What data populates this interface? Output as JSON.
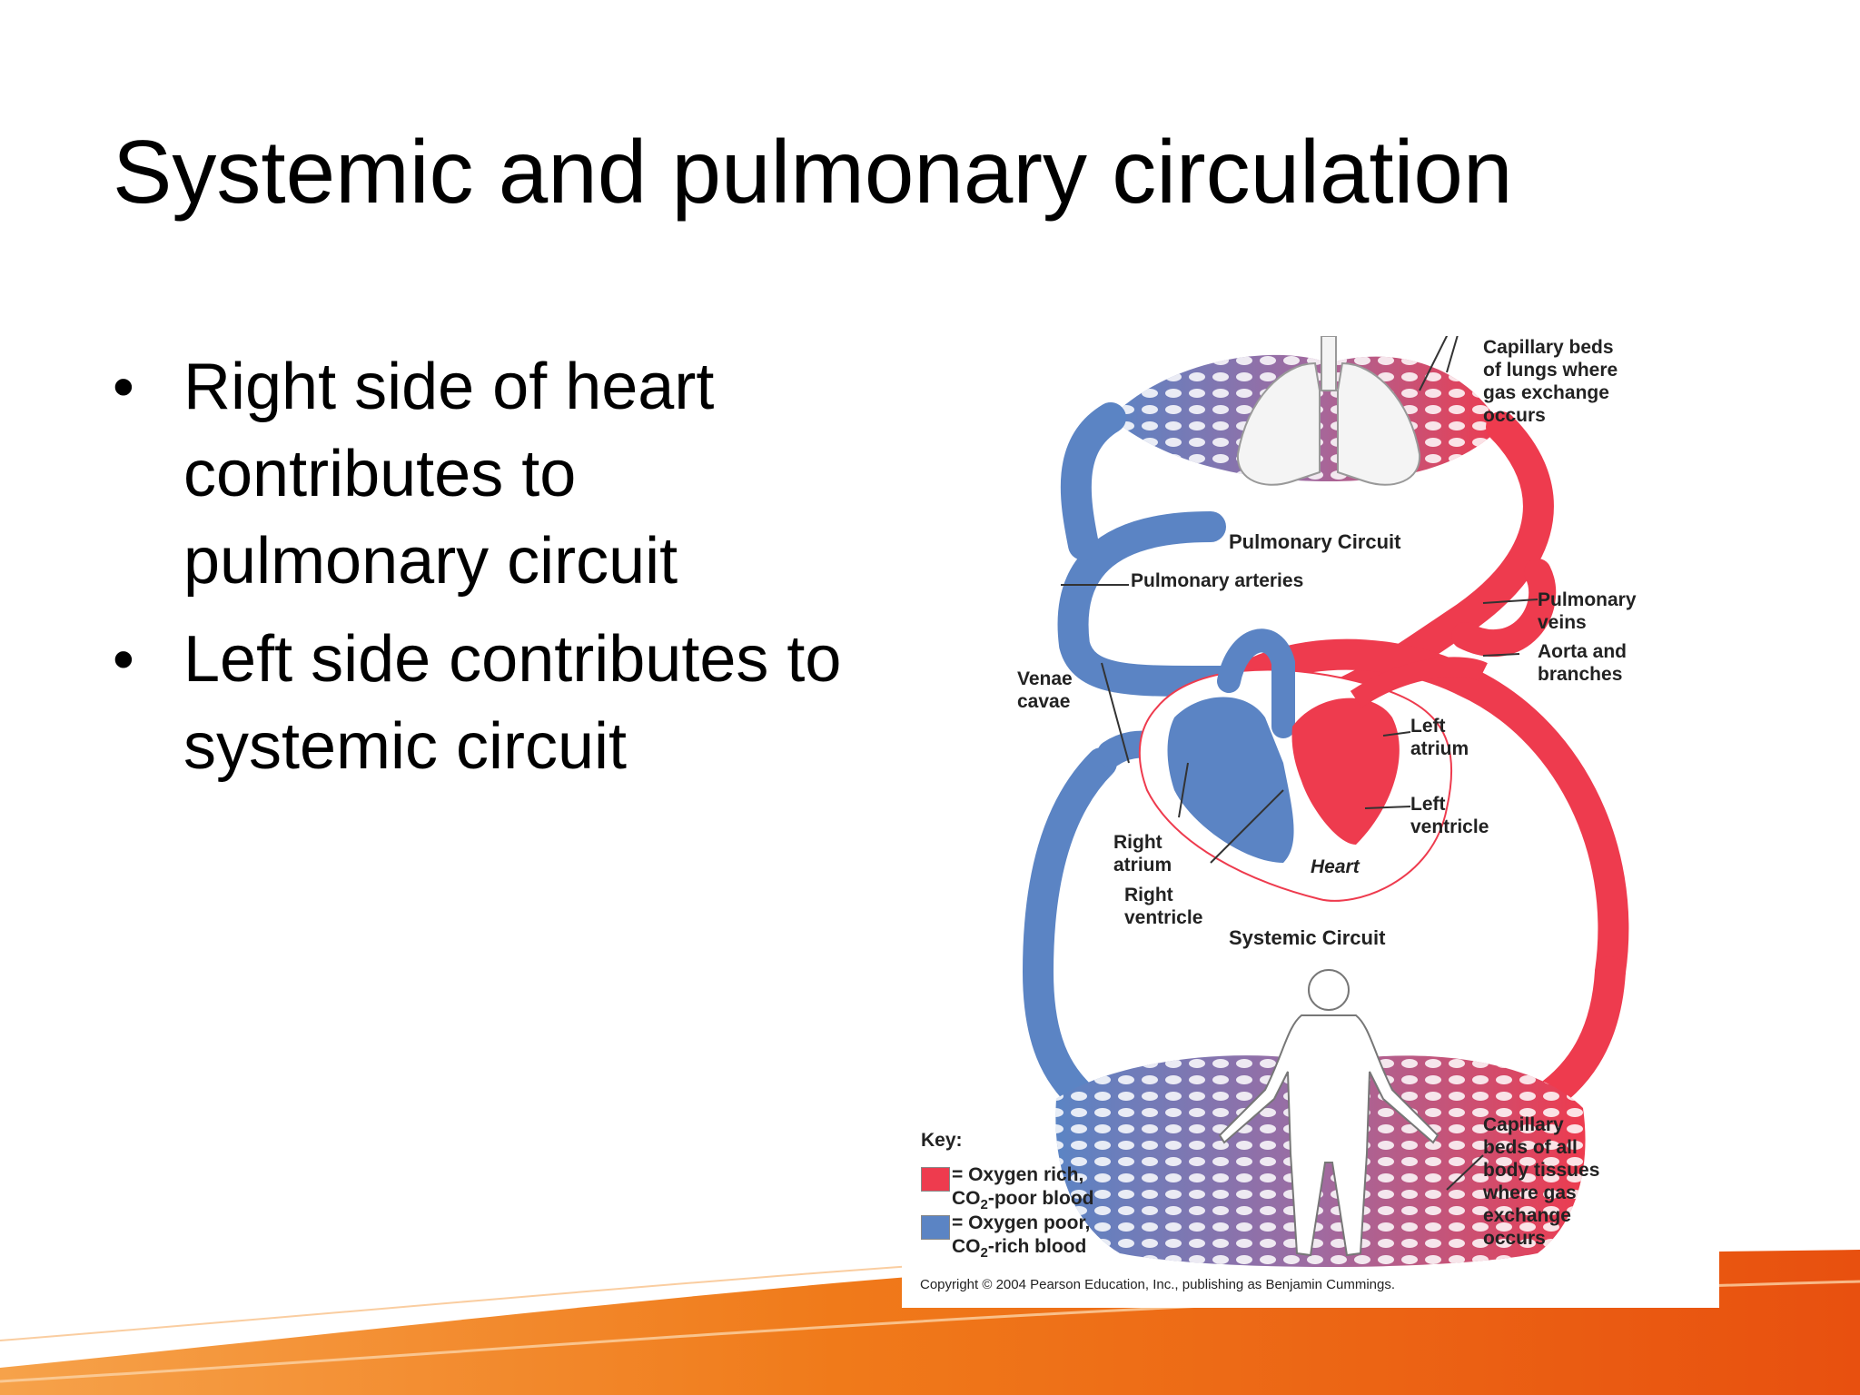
{
  "slide": {
    "title": "Systemic and pulmonary circulation",
    "bullets": [
      {
        "text": "Right side of heart contributes to pulmonary circuit"
      },
      {
        "text": "Left side contributes to systemic circuit"
      }
    ]
  },
  "figure": {
    "labels": {
      "capillary_lungs": [
        "Capillary beds",
        "of lungs where",
        "gas exchange",
        "occurs"
      ],
      "pulmonary_circuit": "Pulmonary Circuit",
      "pulmonary_arteries": "Pulmonary arteries",
      "pulmonary_veins": [
        "Pulmonary",
        "veins"
      ],
      "aorta": [
        "Aorta and",
        "branches"
      ],
      "venae_cavae": [
        "Venae",
        "cavae"
      ],
      "left_atrium": [
        "Left",
        "atrium"
      ],
      "left_ventricle": [
        "Left",
        "ventricle"
      ],
      "right_atrium": [
        "Right",
        "atrium"
      ],
      "right_ventricle": [
        "Right",
        "ventricle"
      ],
      "heart": "Heart",
      "systemic_circuit": "Systemic Circuit",
      "capillary_body": [
        "Capillary",
        "beds of all",
        "body tissues",
        "where gas",
        "exchange",
        "occurs"
      ]
    },
    "key": {
      "title": "Key:",
      "oxygen_rich_line1": "= Oxygen rich,",
      "oxygen_rich_line2_pre": "CO",
      "oxygen_rich_line2_sub": "2",
      "oxygen_rich_line2_post": "-poor blood",
      "oxygen_poor_line1": "= Oxygen poor,",
      "oxygen_poor_line2_pre": "CO",
      "oxygen_poor_line2_sub": "2",
      "oxygen_poor_line2_post": "-rich blood"
    },
    "copyright": "Copyright © 2004 Pearson Education, Inc., publishing as Benjamin Cummings.",
    "colors": {
      "oxygen_rich": "#ee3b4e",
      "oxygen_poor": "#5b84c4",
      "mixed": "#a06aa0"
    }
  },
  "theme": {
    "accent_orange": "#f07a1a",
    "accent_red_orange": "#e8500f"
  }
}
